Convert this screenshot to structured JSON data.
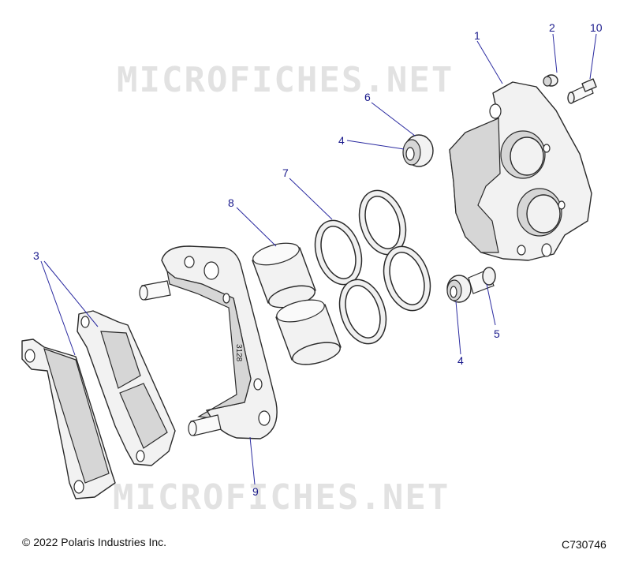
{
  "watermark": "MICROFICHES.NET",
  "footer": {
    "copyright": "© 2022 Polaris Industries Inc.",
    "figure_code": "C730746"
  },
  "callouts": {
    "c1": "1",
    "c2": "2",
    "c3": "3",
    "c4a": "4",
    "c4b": "4",
    "c5": "5",
    "c6": "6",
    "c7": "7",
    "c8": "8",
    "c9": "9",
    "c10": "10"
  },
  "bracket_stamp": "3128",
  "colors": {
    "callout": "#1a1a8c",
    "line_art": "#2a2a2a",
    "watermark": "#e2e2e2"
  }
}
